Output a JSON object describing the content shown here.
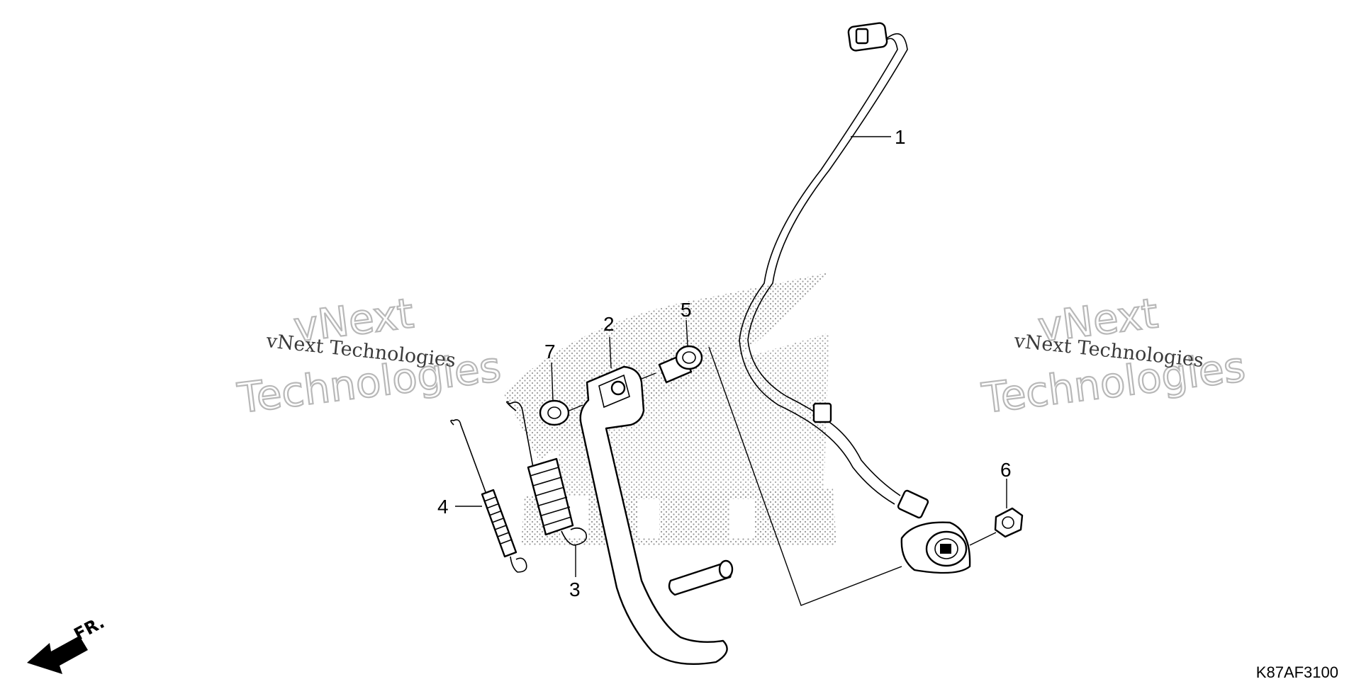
{
  "diagram": {
    "callouts": [
      "1",
      "2",
      "3",
      "4",
      "5",
      "6",
      "7"
    ],
    "watermark": {
      "line_small": "vNext Technologies",
      "line_big_1": "vNext",
      "line_big_2": "Technologies"
    },
    "front_arrow": {
      "label": "FR."
    },
    "diagram_code": "K87AF3100",
    "colors": {
      "ink": "#000000",
      "watermark": "#b8b8b8",
      "background": "#ffffff"
    }
  }
}
